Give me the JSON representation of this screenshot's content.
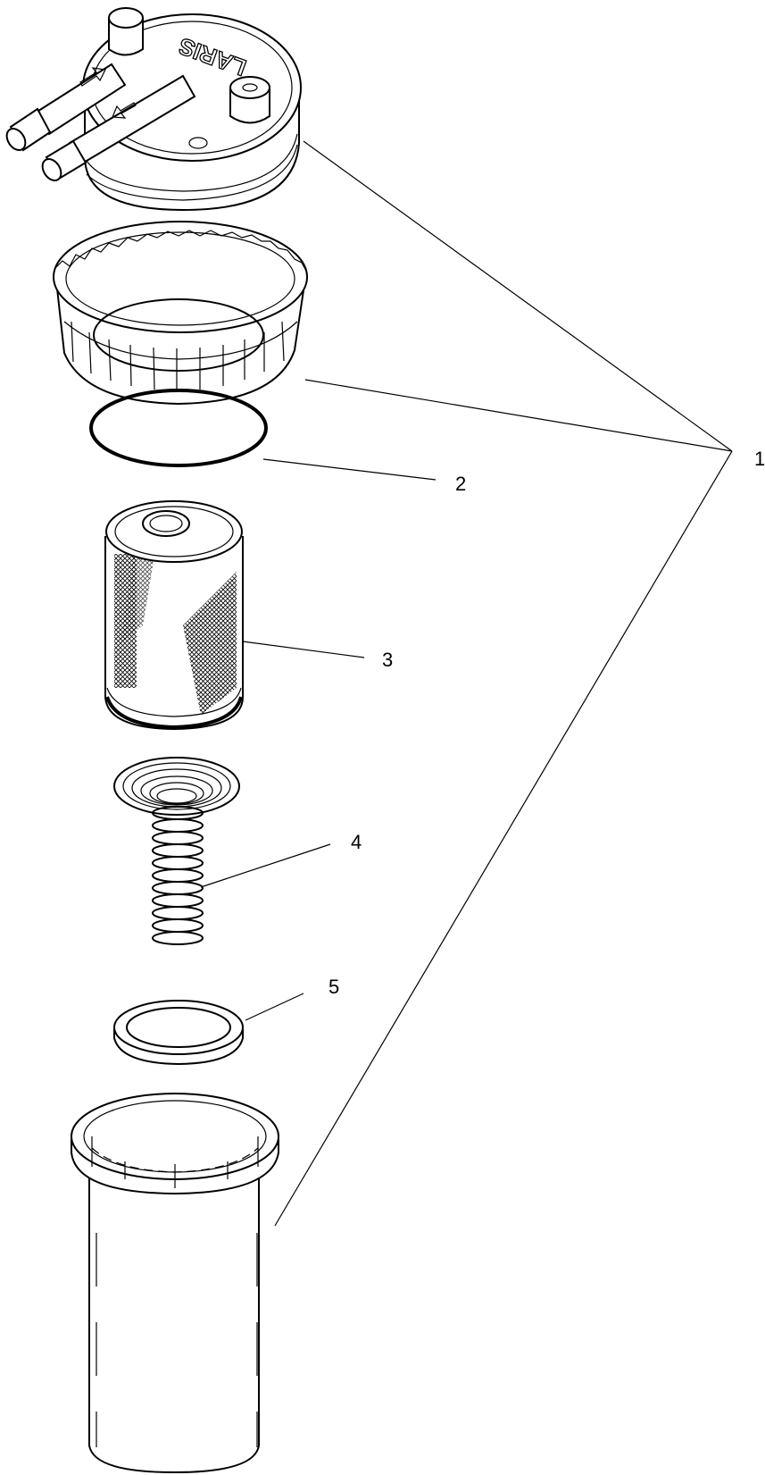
{
  "callouts": [
    {
      "id": "1",
      "label": "1"
    },
    {
      "id": "2",
      "label": "2"
    },
    {
      "id": "3",
      "label": "3"
    },
    {
      "id": "4",
      "label": "4"
    },
    {
      "id": "5",
      "label": "5"
    }
  ],
  "cap_embossed_text": "LARIS",
  "colors": {
    "line": "#000000",
    "background": "#ffffff"
  }
}
